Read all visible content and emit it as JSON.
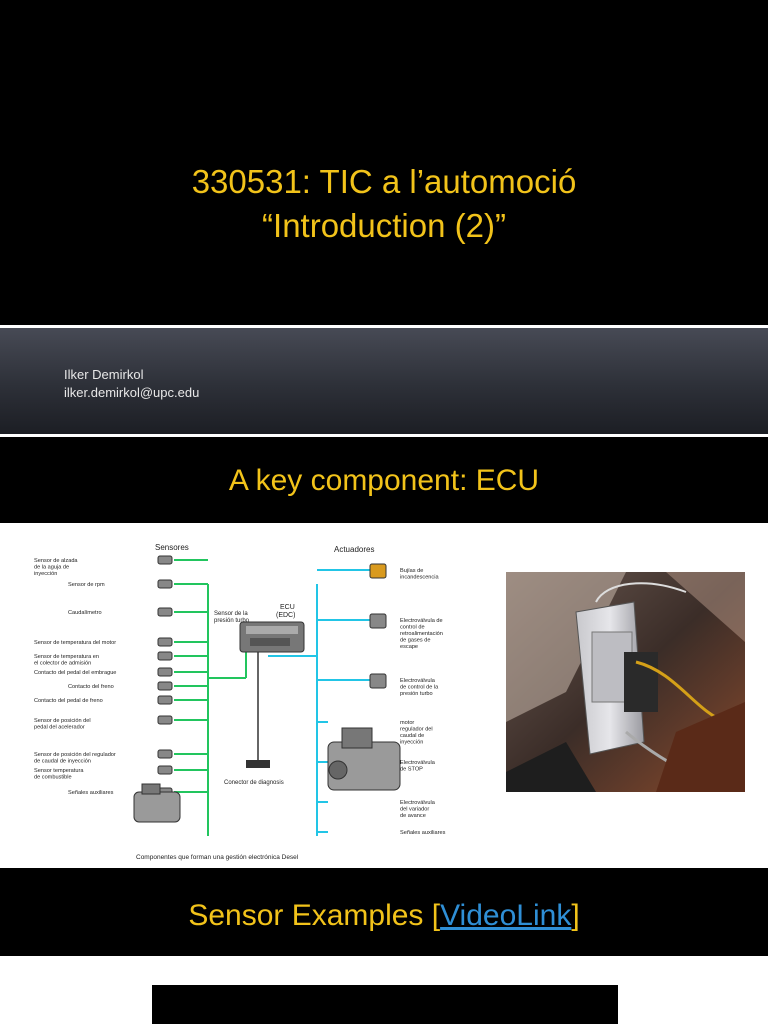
{
  "slide1": {
    "title_line1": "330531: TIC a l’automoció",
    "title_line2": "“Introduction (2)”",
    "author_name": "Ilker Demirkol",
    "author_email": "ilker.demirkol@upc.edu"
  },
  "slide2": {
    "title": "A key component: ECU",
    "diagram": {
      "sensors_header": "Sensores",
      "actuators_header": "Actuadores",
      "ecu_label": "ECU",
      "ecu_sub": "(EDC)",
      "turbo_sensor": [
        "Sensor de la",
        "presión turbo"
      ],
      "diag_connector": "Conector de diagnosis",
      "caption": "Componentes que forman una gestión electrónica Desel",
      "sensors": [
        [
          "Sensor de alzada",
          "de la aguja de",
          "inyección"
        ],
        [
          "Sensor de rpm"
        ],
        [
          "Caudalímetro"
        ],
        [
          "Sensor de temperatura del motor"
        ],
        [
          "Sensor de temperatura en",
          "el colector de admisión"
        ],
        [
          "Contacto del pedal del embrague"
        ],
        [
          "Contacto del freno"
        ],
        [
          "Contacto del pedal de freno"
        ],
        [
          "Sensor de posición del",
          "pedal del acelerador"
        ],
        [
          "Sensor de posición del regulador",
          "de caudal de inyección"
        ],
        [
          "Sensor temperatura",
          "de combustible"
        ],
        [
          "Señales auxiliares"
        ]
      ],
      "actuators": [
        [
          "Bujías de",
          "incandescencia"
        ],
        [
          "Electroválvula de",
          "control de",
          "retroalimentación",
          "de gases de",
          "escape"
        ],
        [
          "Electroválvula",
          "de control de la",
          "presión turbo"
        ],
        [
          "motor",
          "regulador del",
          "caudal de",
          "inyección"
        ],
        [
          "Electroválvula",
          "de STOP"
        ],
        [
          "Electroválvula",
          "del variador",
          "de avance"
        ],
        [
          "Señales auxiliares"
        ]
      ]
    }
  },
  "slide3": {
    "title_prefix": "Sensor Examples [",
    "link_text": "VideoLink",
    "title_suffix": "]"
  },
  "colors": {
    "title_yellow": "#f2c31a",
    "wire_green": "#22c55e",
    "wire_cyan": "#22c5e6",
    "link_blue": "#2f8fd6"
  }
}
